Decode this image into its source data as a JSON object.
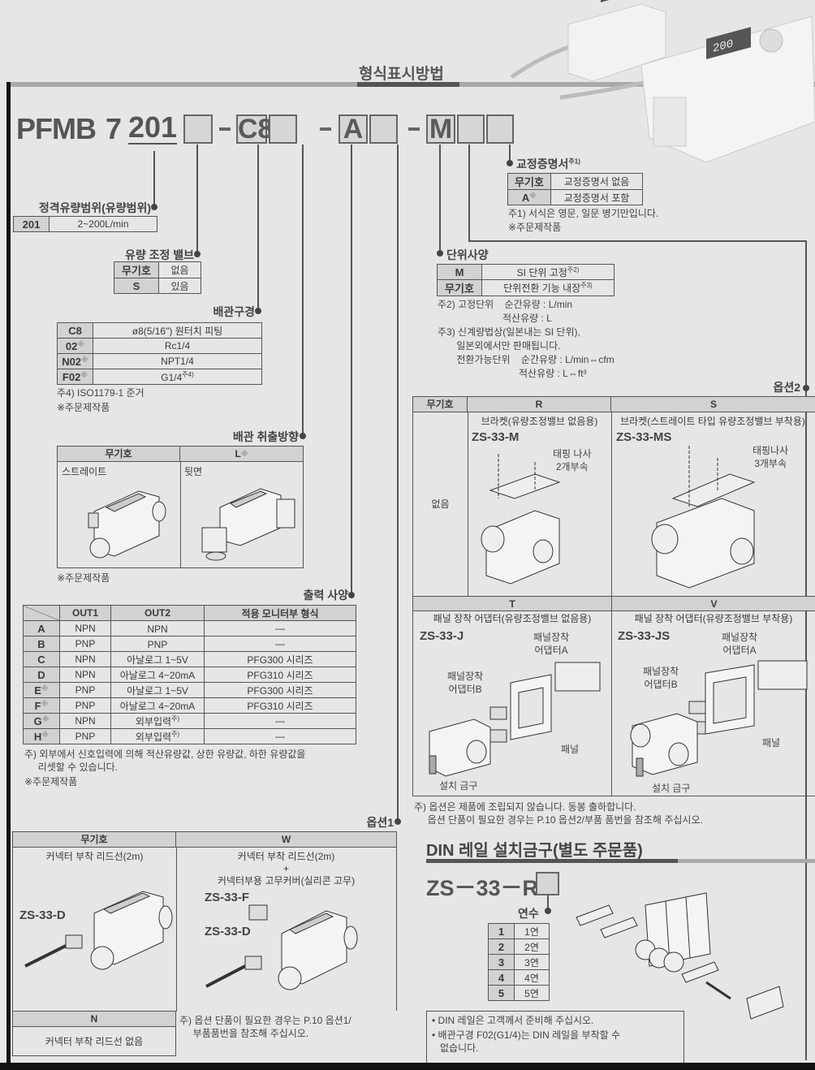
{
  "title": "형식표시방법",
  "model_code": {
    "prefix": "PFMB",
    "series": "7",
    "range": "201",
    "pipe": "C8",
    "output": "A",
    "unit": "M",
    "sep": "-"
  },
  "rated_flow": {
    "label": "정격유량범위(유량범위)",
    "rows": [
      [
        "201",
        "2~200L/min"
      ]
    ]
  },
  "flow_valve": {
    "label": "유량 조정 밸브",
    "rows": [
      [
        "무기호",
        "없음"
      ],
      [
        "S",
        "있음"
      ]
    ]
  },
  "pipe_size": {
    "label": "배관구경",
    "rows": [
      [
        "C8",
        "",
        "ø8(5/16\") 원터치 피팅",
        ""
      ],
      [
        "02",
        "※",
        "Rc1/4",
        ""
      ],
      [
        "N02",
        "※",
        "NPT1/4",
        ""
      ],
      [
        "F02",
        "※",
        "G1/4",
        "주4)"
      ]
    ],
    "note1": "주4) ISO1179-1 준거",
    "note2": "※주문제작품"
  },
  "pipe_direction": {
    "label": "배관 취출방향",
    "headers": [
      "무기호",
      "L",
      "※"
    ],
    "cells": [
      "스트레이트",
      "뒷면"
    ],
    "note": "※주문제작품"
  },
  "output": {
    "label": "출력 사양",
    "headers": [
      "OUT1",
      "OUT2",
      "적용 모니터부 형식"
    ],
    "rows": [
      [
        "A",
        "",
        "NPN",
        "NPN",
        "",
        "—"
      ],
      [
        "B",
        "",
        "PNP",
        "PNP",
        "",
        "—"
      ],
      [
        "C",
        "",
        "NPN",
        "아날로그 1~5V",
        "",
        "PFG300 시리즈"
      ],
      [
        "D",
        "",
        "NPN",
        "아날로그 4~20mA",
        "",
        "PFG310 시리즈"
      ],
      [
        "E",
        "※",
        "PNP",
        "아날로그 1~5V",
        "",
        "PFG300 시리즈"
      ],
      [
        "F",
        "※",
        "PNP",
        "아날로그 4~20mA",
        "",
        "PFG310 시리즈"
      ],
      [
        "G",
        "※",
        "NPN",
        "외부입력",
        "주)",
        "—"
      ],
      [
        "H",
        "※",
        "PNP",
        "외부입력",
        "주)",
        "—"
      ]
    ],
    "note1": "주) 외부에서 신호입력에 의해 적산유량값, 상한 유량값, 하한 유량값을\n     리셋할 수 있습니다.",
    "note2": "※주문제작품"
  },
  "option1": {
    "label": "옵션1",
    "headers": [
      "무기호",
      "W",
      "N"
    ],
    "blank_desc": "커넥터 부착 리드선(2m)",
    "blank_part": "ZS-33-D",
    "w_desc1": "커넥터 부착 리드선(2m)",
    "w_plus": "+",
    "w_desc2": "커넥터부용 고무커버(실리콘 고무)",
    "w_part1": "ZS-33-F",
    "w_part2": "ZS-33-D",
    "n_desc": "커넥터 부착 리드선 없음",
    "note": "주) 옵션 단품이 필요한 경우는 P.10 옵션1/\n     부품품번을 참조해 주십시오."
  },
  "calibration": {
    "label": "교정증명서",
    "sup": "주1)",
    "rows": [
      [
        "무기호",
        "",
        "교정증명서 없음"
      ],
      [
        "A",
        "※",
        "교정증명서 포함"
      ]
    ],
    "note1": "주1) 서식은 영문, 일문 병기만입니다.",
    "note2": "※주문제작품"
  },
  "unit_spec": {
    "label": "단위사양",
    "rows": [
      [
        "M",
        "SI 단위 고정",
        "주2)"
      ],
      [
        "무기호",
        "단위전환 기능 내장",
        "주3)"
      ]
    ],
    "notes": "주2) 고정단위    순간유량 : L/min\n                        적산유량 : L\n주3) 신계량법상(일본내는 SI 단위),\n       일본외에서만 판매됩니다.\n       전환가능단위    순간유량 : L/min⇔cfm\n                              적산유량 : L⇔ft³"
  },
  "option2": {
    "label": "옵션2",
    "headers": [
      "무기호",
      "R",
      "S",
      "T",
      "V"
    ],
    "blank_cell": "없음",
    "R": {
      "desc": "브라켓(유량조정밸브 없음용)",
      "part": "ZS-33-M",
      "screw": "태핑 나사\n2개부속"
    },
    "S": {
      "desc": "브라켓(스트레이트 타입 유량조정밸브 부착용)",
      "part": "ZS-33-MS",
      "screw": "태핑나사\n3개부속"
    },
    "T": {
      "desc": "패널 장착 어댑터(유량조정밸브 없음용)",
      "part": "ZS-33-J",
      "adA": "패널장착\n어댑터A",
      "adB": "패널장착\n어댑터B",
      "panel": "패널",
      "bracket": "설치 금구"
    },
    "V": {
      "desc": "패널 장착 어댑터(유량조정밸브 부착용)",
      "part": "ZS-33-JS",
      "adA": "패널장착\n어댑터A",
      "adB": "패널장착\n어댑터B",
      "panel": "패널",
      "bracket": "설치 금구"
    },
    "note": "주) 옵션은 제품에 조립되지 않습니다. 동봉 출하합니다.\n     옵션 단품이 필요한 경우는 P.10 옵션2/부품 품번을 참조해 주십시오."
  },
  "din": {
    "heading": "DIN 레일 설치금구(별도 주문품)",
    "code": "ZS－33－R",
    "count_label": "연수",
    "rows": [
      [
        "1",
        "1연"
      ],
      [
        "2",
        "2연"
      ],
      [
        "3",
        "3연"
      ],
      [
        "4",
        "4연"
      ],
      [
        "5",
        "5연"
      ]
    ],
    "bullets": [
      "• DIN 레일은 고객께서 준비해 주십시오.",
      "• 배관구경 F02(G1/4)는 DIN 레일을 부착할 수\n   없습니다."
    ]
  },
  "display_reading": "200"
}
